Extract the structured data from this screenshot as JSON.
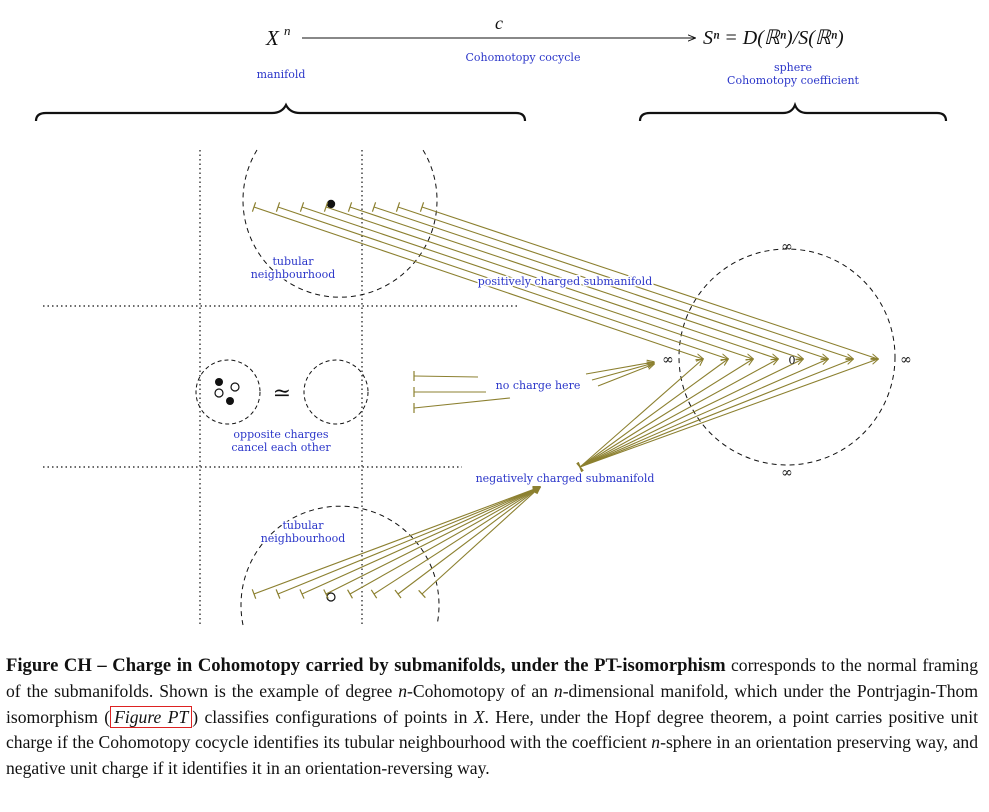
{
  "header": {
    "source": "X",
    "source_exp": "n",
    "arrow_label": "c",
    "target_math": "Sⁿ = D(ℝⁿ)/S(ℝⁿ)",
    "source_note": "manifold",
    "arrow_note": "Cohomotopy cocycle",
    "target_note_1": "sphere",
    "target_note_2": "Cohomotopy coefficient"
  },
  "labels": {
    "tubular_top_1": "tubular",
    "tubular_top_2": "neighbourhood",
    "tubular_bottom_1": "tubular",
    "tubular_bottom_2": "neighbourhood",
    "positive": "positively charged submanifold",
    "negative": "negatively charged submanifold",
    "no_charge": "no charge here",
    "opposite_1": "opposite charges",
    "opposite_2": "cancel each other",
    "simeq": "≃",
    "infinity": "∞",
    "zero": "0"
  },
  "caption": {
    "figure_id": "Figure CH",
    "dash": " – ",
    "title": "Charge in Cohomotopy carried by submanifolds, under the PT-isomorphism",
    "text_1": " corresponds to the normal framing of the submanifolds. Shown is the example of degree ",
    "n1": "n",
    "text_2": "-Cohomotopy of an ",
    "n2": "n",
    "text_3": "-dimensional manifold, which under the Pontrjagin-Thom isomorphism (",
    "figref": "Figure PT",
    "text_4": ") classifies configurations of points in ",
    "x": "X",
    "text_5": ". Here, under the Hopf degree theorem, a point carries positive unit charge if the Cohomotopy cocycle identifies its tubular neighbourhood with the coefficient ",
    "n3": "n",
    "text_6": "-sphere in an orientation preserving way, and negative unit charge if it identifies it in an orientation-reversing way."
  },
  "colors": {
    "label_blue": "#2b36c9",
    "arrow_olive": "#8c8030",
    "ink": "#111111"
  }
}
